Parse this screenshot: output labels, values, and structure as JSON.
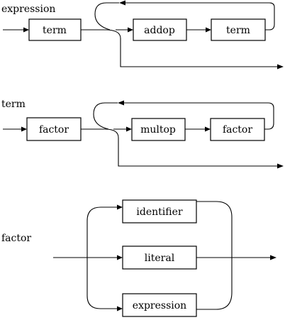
{
  "rules": {
    "expression": {
      "name": "expression",
      "first": "term",
      "loop": [
        "addop",
        "term"
      ]
    },
    "term": {
      "name": "term",
      "first": "factor",
      "loop": [
        "multop",
        "factor"
      ]
    },
    "factor": {
      "name": "factor",
      "choices": [
        "identifier",
        "literal",
        "expression"
      ]
    }
  },
  "colors": {
    "ink": "#000000",
    "background": "#ffffff"
  }
}
